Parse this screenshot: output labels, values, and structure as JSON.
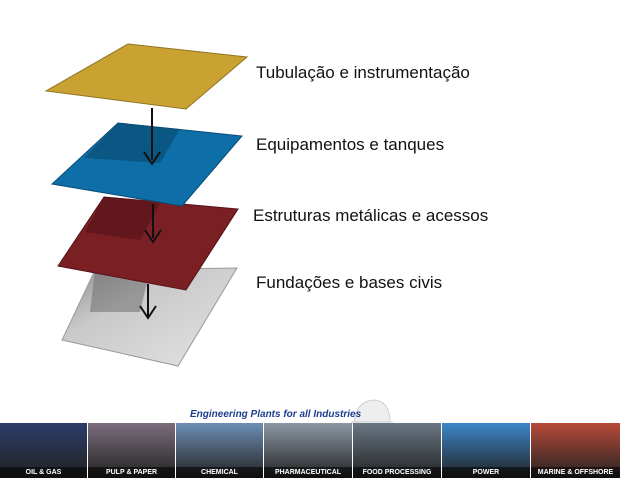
{
  "layers": [
    {
      "label": "Tubulação e instrumentação",
      "color": "#c9a232",
      "edge": "#8f7424"
    },
    {
      "label": "Equipamentos e tanques",
      "color": "#0e6ea8",
      "edge": "#0a4d76"
    },
    {
      "label": "Estruturas metálicas e acessos",
      "color": "#7a1f24",
      "edge": "#551417"
    },
    {
      "label": "Fundações e bases civis",
      "color": "#bcbcbc",
      "edge": "#8a8a8a"
    }
  ],
  "banner": {
    "title": "Engineering Plants for all Industries",
    "industries": [
      {
        "label": "OIL & GAS",
        "color": "#2c3d6a"
      },
      {
        "label": "PULP & PAPER",
        "color": "#7b6d7d"
      },
      {
        "label": "CHEMICAL",
        "color": "#6e8fb3"
      },
      {
        "label": "PHARMACEUTICAL",
        "color": "#8d98a4"
      },
      {
        "label": "FOOD PROCESSING",
        "color": "#6a7784"
      },
      {
        "label": "POWER",
        "color": "#3c86c9"
      },
      {
        "label": "MARINE & OFFSHORE",
        "color": "#b84a3a"
      }
    ]
  }
}
